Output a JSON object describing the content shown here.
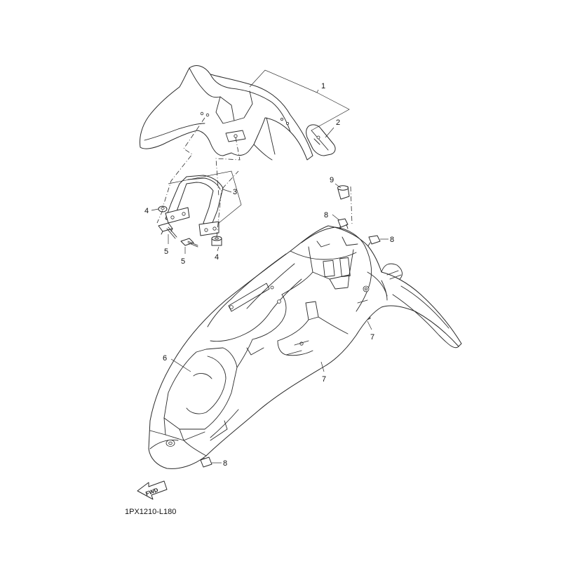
{
  "callouts": {
    "c1": "1",
    "c2": "2",
    "c3": "3",
    "c4a": "4",
    "c4b": "4",
    "c5a": "5",
    "c5b": "5",
    "c6": "6",
    "c7a": "7",
    "c7b": "7",
    "c8a": "8",
    "c8b": "8",
    "c8c": "8",
    "c9": "9"
  },
  "fwd_label": "FWD",
  "diagram_code": "1PX1210-L180"
}
